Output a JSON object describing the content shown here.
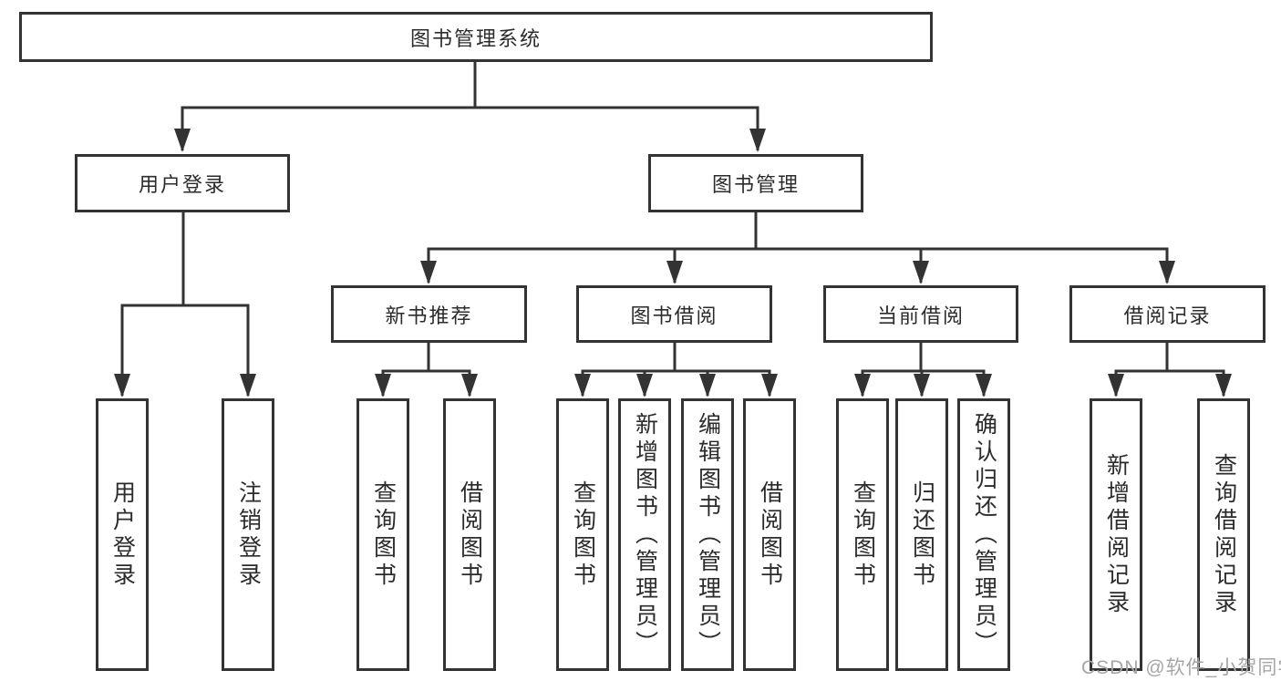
{
  "diagram": {
    "root": "图书管理系统",
    "level2": {
      "user_login": "用户登录",
      "book_mgmt": "图书管理"
    },
    "level3": {
      "new_book_rec": "新书推荐",
      "book_borrow": "图书借阅",
      "current_borrow": "当前借阅",
      "borrow_records": "借阅记录"
    },
    "leaves": {
      "user_login": "用户登录",
      "logout": "注销登录",
      "rec_query_books": "查询图书",
      "rec_borrow_books": "借阅图书",
      "bb_query_books": "查询图书",
      "bb_add_books": "新增图书（管理员）",
      "bb_edit_books": "编辑图书（管理员）",
      "bb_borrow_books": "借阅图书",
      "cb_query_books": "查询图书",
      "cb_return_books": "归还图书",
      "cb_confirm_return": "确认归还（管理员）",
      "br_add_record": "新增借阅记录",
      "br_query_record": "查询借阅记录"
    }
  },
  "watermark": "CSDN @软件_小贺同学",
  "colors": {
    "line": "#333333",
    "text": "#2b2b2b",
    "watermark_gray": "#a6a6a6",
    "background": "#ffffff"
  }
}
